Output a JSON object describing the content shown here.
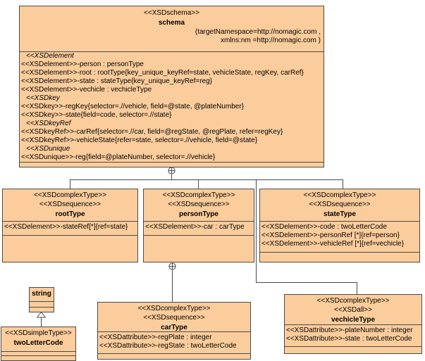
{
  "colors": {
    "node_fill": "#FCCD9C",
    "node_border": "#4A4A4A",
    "connector": "#4A4A4A",
    "background": "#FFFFFF"
  },
  "nodes": {
    "schema": {
      "stereotype": "<<XSDschema>>",
      "name": "schema",
      "annotation_lines": [
        "(targetNamespace=http://nomagic.com ,",
        "xmlns:nm =http://nomagic.com )"
      ],
      "members": [
        "<<XSDelement",
        "<<XSDelement>>-person : personType",
        "<<XSDelement>>-root : rootType{key_unique_keyRef=state, vehicleState, regKey, carRef}",
        "<<XSDelement>>-state : stateType{key_unique_keyRef=reg}",
        "<<XSDelement>>-vechicle : vechicleType",
        "<<XSDkey",
        "<<XSDkey>>-regKey{selector=.//vehicle, field=@state, @plateNumber}",
        "<<XSDkey>>-state{field=code, selector=.//state}",
        "<<XSDkeyRef",
        "<<XSDkeyRef>>-carRef{selector=.//car, field=@regState, @regPlate, refer=regKey}",
        "<<XSDkeyRef>>-vehicleState{refer=state, selector=.//vehicle, field=@state}",
        "<<XSDunique",
        "<<XSDunique>>-reg{field=@plateNumber, selector=.//vehicle}"
      ]
    },
    "rootType": {
      "stereotypes": [
        "<<XSDcomplexType>>",
        "<<XSDsequence>>"
      ],
      "name": "rootType",
      "members": [
        "<<XSDelement>>-stateRef[*]{ref=state}"
      ]
    },
    "personType": {
      "stereotypes": [
        "<<XSDcomplexType>>",
        "<<XSDsequence>>"
      ],
      "name": "personType",
      "members": [
        "<<XSDelement>>-car : carType"
      ]
    },
    "stateType": {
      "stereotypes": [
        "<<XSDcomplexType>>",
        "<<XSDsequence>>"
      ],
      "name": "stateType",
      "members": [
        "<<XSDelement>>-code : twoLetterCode",
        "<<XSDelement>>-personRef [*]{ref=person}",
        "<<XSDelement>>-vehicleRef [*]{ref=vechicle}"
      ]
    },
    "carType": {
      "stereotypes": [
        "<<XSDcomplexType>>",
        "<<XSDsequence>>"
      ],
      "name": "carType",
      "members": [
        "<<XSDattribute>>-regPlate : integer",
        "<<XSDattribute>>-regState : twoLetterCode"
      ]
    },
    "vechicleType": {
      "stereotypes": [
        "<<XSDcomplexType>>",
        "<<XSDall>>"
      ],
      "name": "vechicleType",
      "members": [
        "<<XSDattribute>>-plateNumber : integer",
        "<<XSDattribute>>-state : twoLetterCode"
      ]
    },
    "string": {
      "name": "string"
    },
    "twoLetterCode": {
      "stereotype": "<<XSDsimpleType>>",
      "name": "twoLetterCode"
    }
  }
}
